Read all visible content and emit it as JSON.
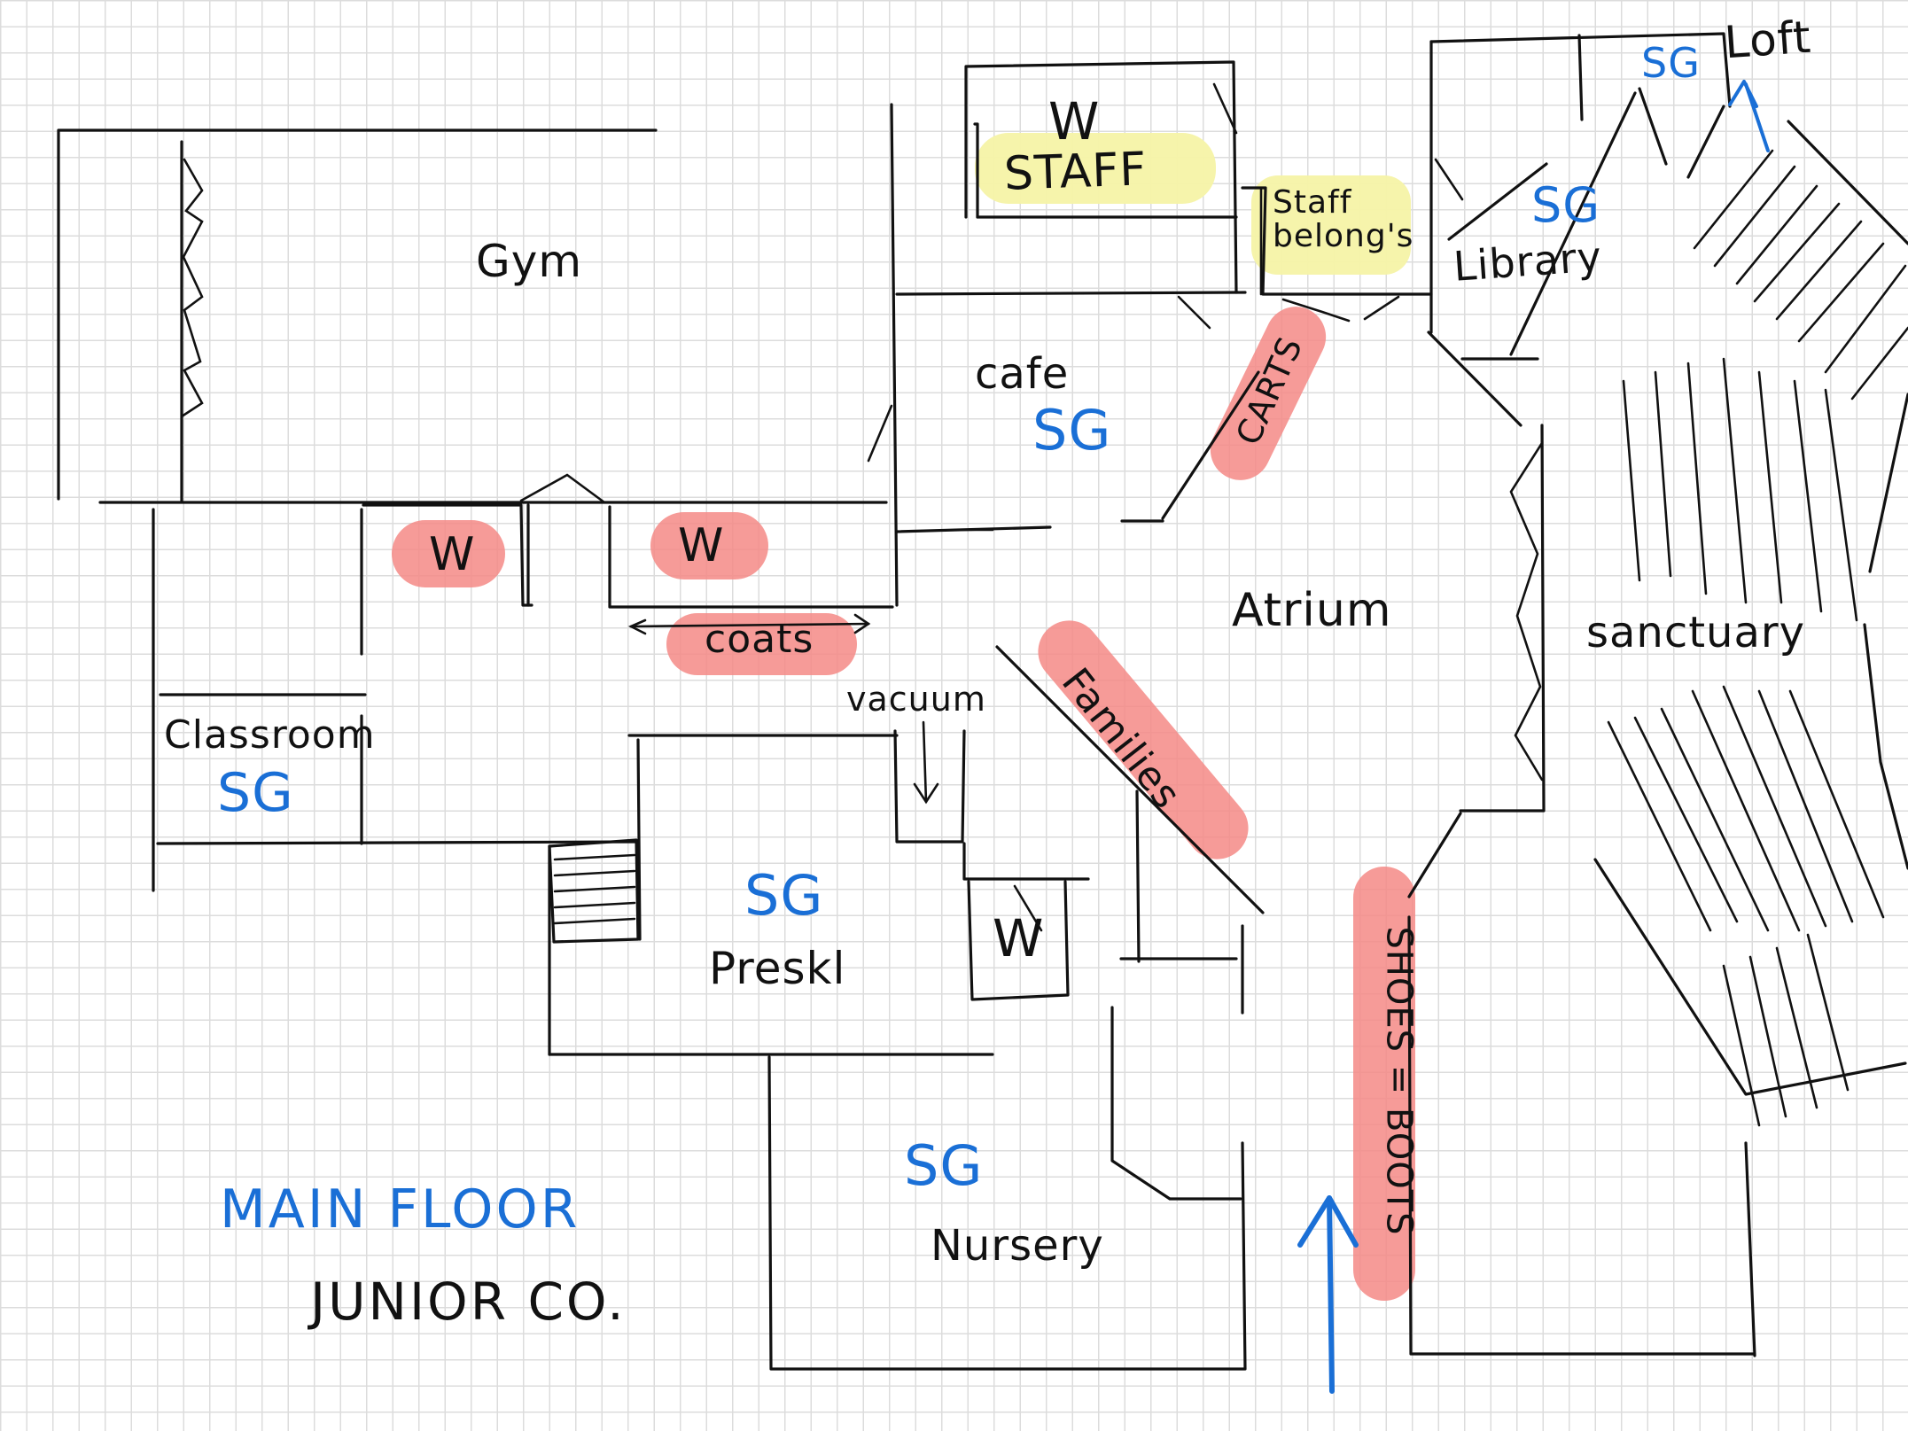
{
  "rooms": {
    "gym": "Gym",
    "cafe": "cafe",
    "atrium": "Atrium",
    "library": "Library",
    "sanctuary": "sanctuary",
    "classroom": "Classroom",
    "preskl": "Preskl",
    "nursery": "Nursery",
    "staff": "STAFF",
    "staff_belongings": "Staff belong's",
    "loft": "Loft"
  },
  "markers": {
    "sg": "SG",
    "washroom": "W"
  },
  "annotations": {
    "carts": "CARTS",
    "coats": "coats",
    "families": "Families",
    "shoes_boots": "SHOES = BOOTS",
    "vacuum": "vacuum"
  },
  "footer": {
    "title": "MAIN FLOOR",
    "subtitle": "JUNIOR CO."
  },
  "colors": {
    "ink": "#111111",
    "blue": "#1a6fd6",
    "highlight_red": "#f48a86",
    "highlight_yellow": "#f6f3a6",
    "grid": "#dcdcdc"
  }
}
